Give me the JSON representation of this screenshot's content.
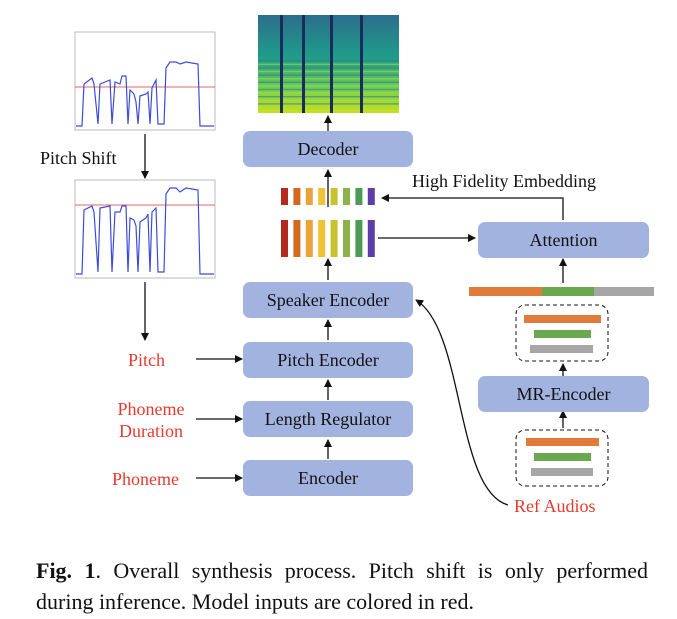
{
  "left_column": {
    "pitch_shift_label": "Pitch Shift"
  },
  "inputs": {
    "pitch": "Pitch",
    "phoneme_duration_line1": "Phoneme",
    "phoneme_duration_line2": "Duration",
    "phoneme": "Phoneme",
    "ref_audios": "Ref Audios"
  },
  "blocks": {
    "decoder": "Decoder",
    "speaker_encoder": "Speaker Encoder",
    "pitch_encoder": "Pitch Encoder",
    "length_regulator": "Length Regulator",
    "encoder": "Encoder",
    "attention": "Attention",
    "mr_encoder": "MR-Encoder"
  },
  "annotations": {
    "high_fidelity_embedding": "High Fidelity Embedding"
  },
  "caption": {
    "label": "Fig. 1",
    "text": ". Overall synthesis process. Pitch shift is only performed during inference. Model inputs are colored in red."
  },
  "colors": {
    "block_fill": "#a3b3e0",
    "input_red": "#e63a2e",
    "embedding_bars": [
      "#b22b1e",
      "#d2691e",
      "#e8a33c",
      "#f1c232",
      "#c9c22e",
      "#8ab34a",
      "#4e9a52",
      "#5b3ea6"
    ],
    "ref_bars": [
      "#e07b39",
      "#6aa84f",
      "#a6a6a6"
    ]
  }
}
